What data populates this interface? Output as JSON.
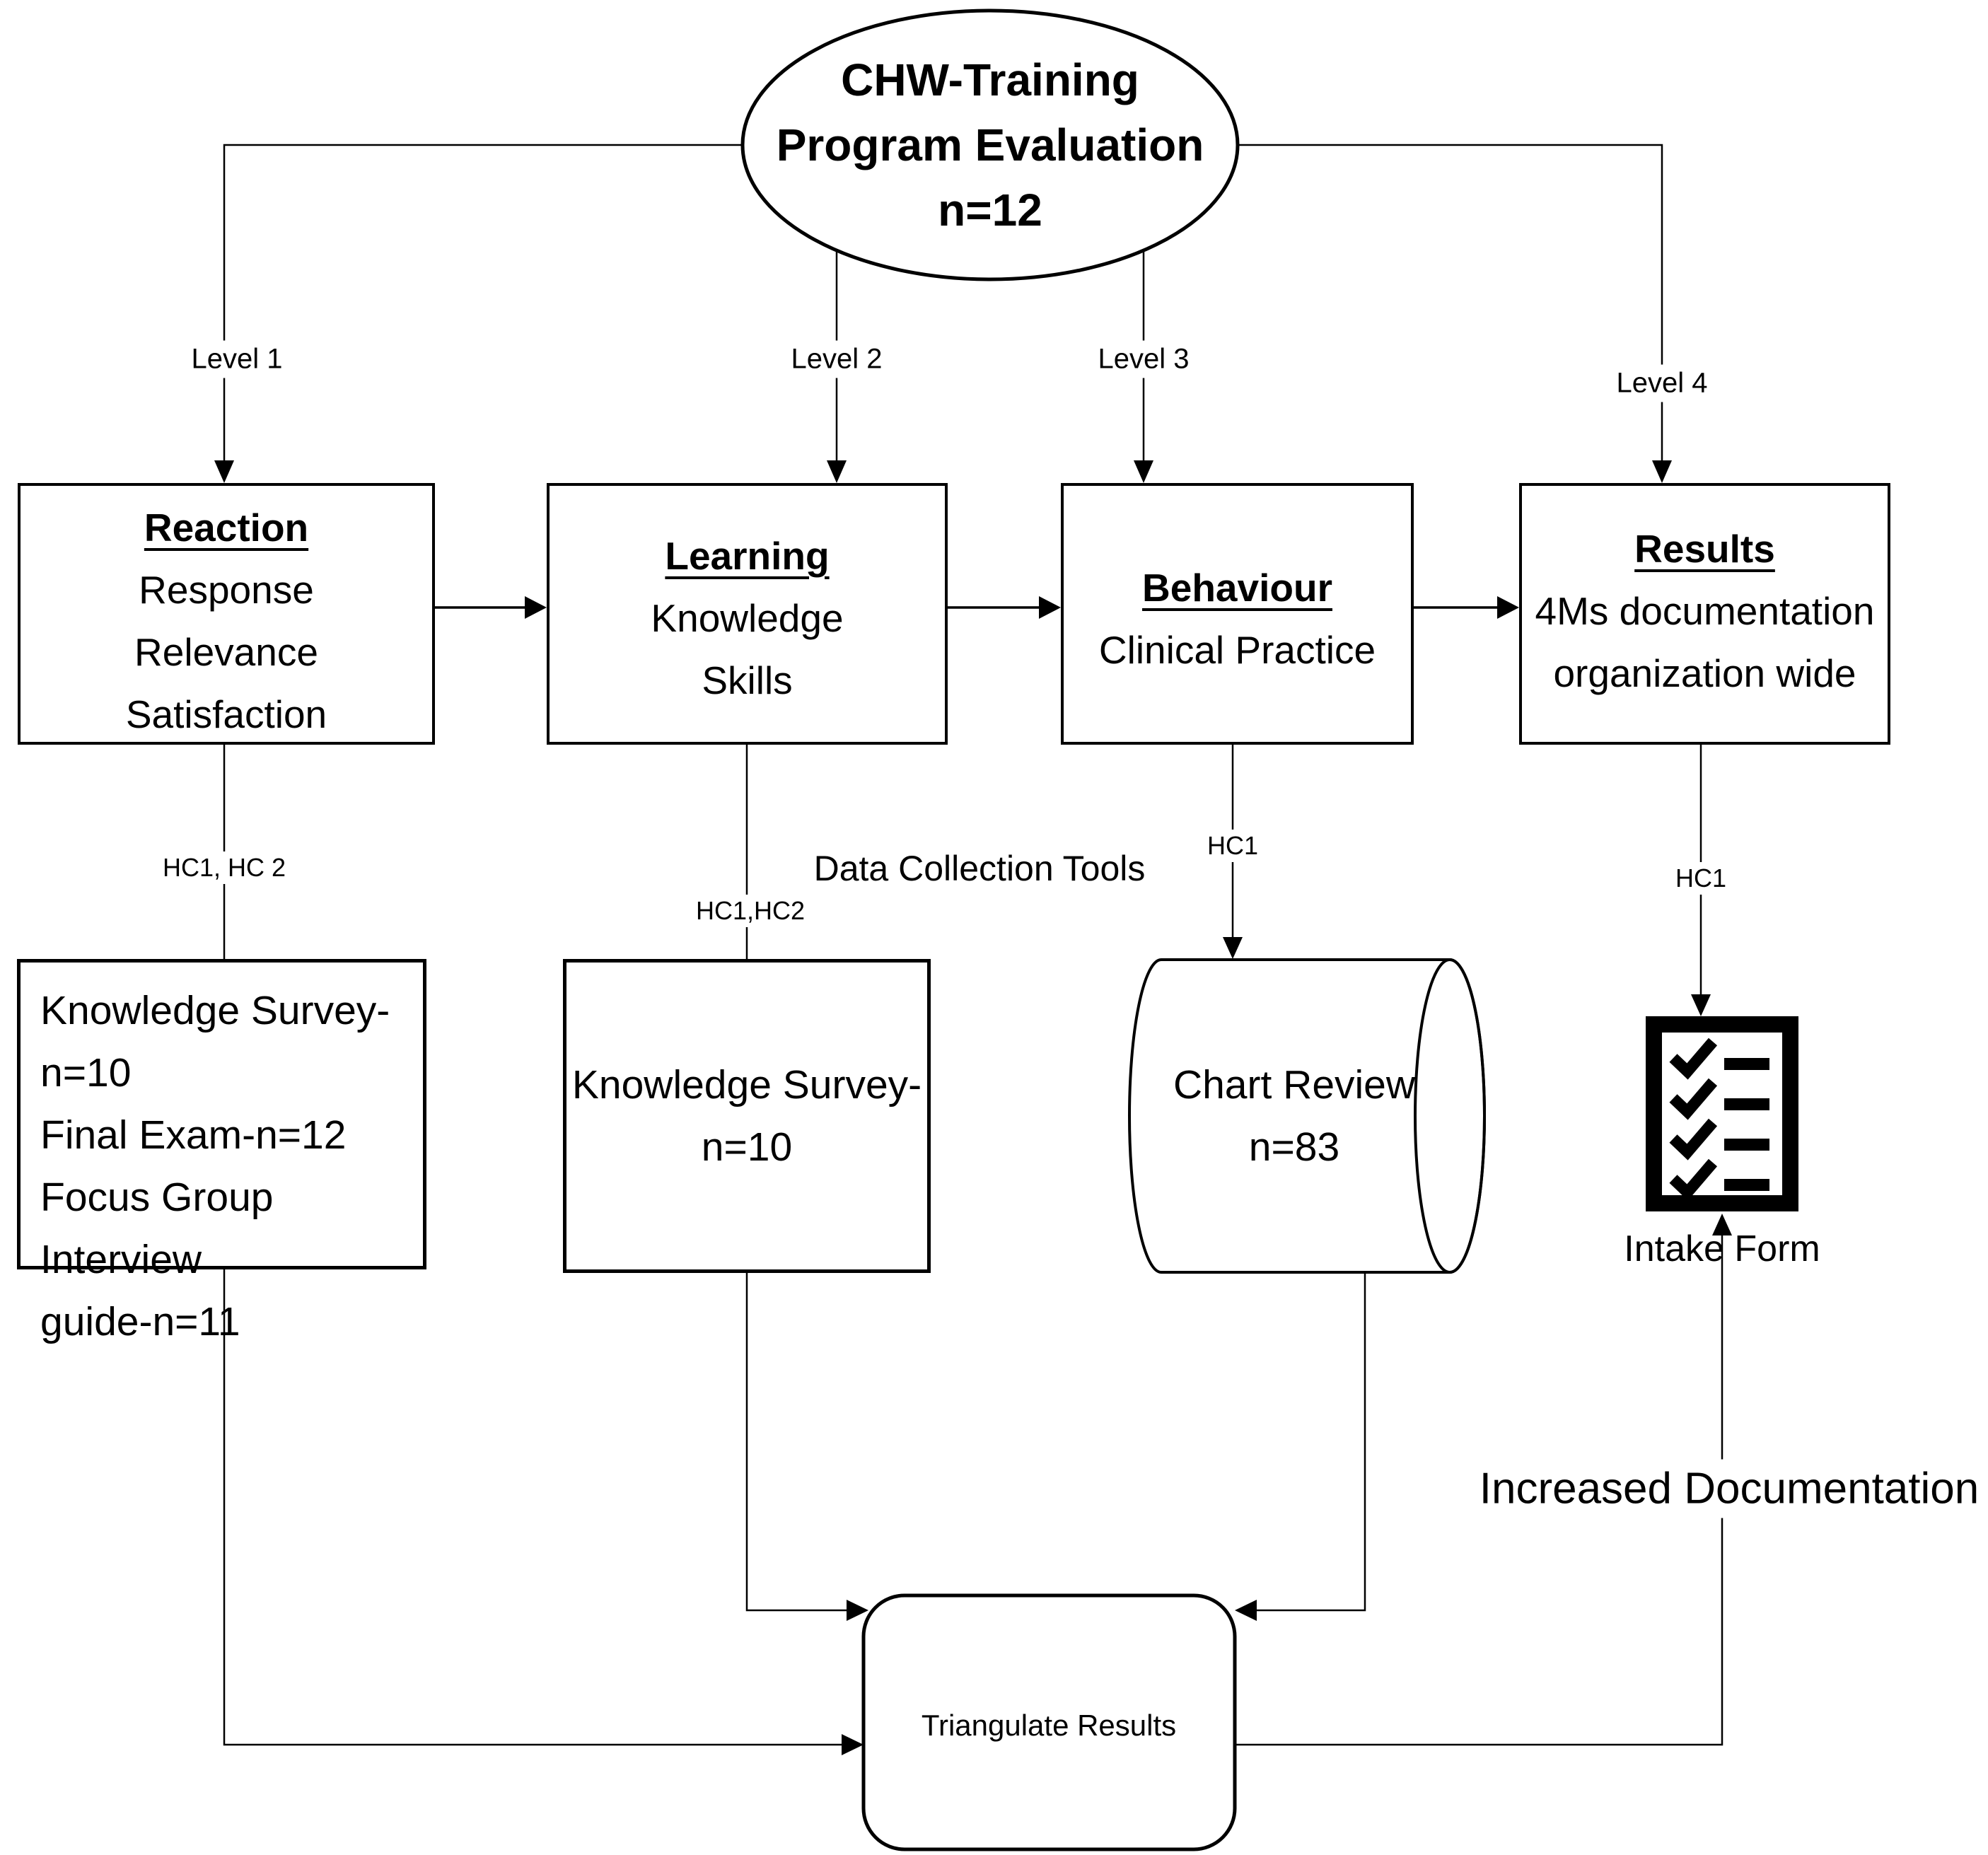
{
  "colors": {
    "ink": "#000000",
    "paper": "#ffffff"
  },
  "ellipse": {
    "lines": [
      "CHW-Training",
      "Program Evaluation",
      "n=12"
    ]
  },
  "levels": [
    {
      "label": "Level 1"
    },
    {
      "label": "Level 2"
    },
    {
      "label": "Level 3"
    },
    {
      "label": "Level 4"
    }
  ],
  "boxes": [
    {
      "title": "Reaction",
      "lines": [
        "Response",
        "Relevance",
        "Satisfaction"
      ]
    },
    {
      "title": "Learning",
      "lines": [
        "Knowledge",
        "Skills"
      ]
    },
    {
      "title": "Behaviour",
      "lines": [
        "Clinical Practice"
      ]
    },
    {
      "title": "Results",
      "lines": [
        "4Ms documentation",
        "organization wide"
      ]
    }
  ],
  "connectors": {
    "data_collection_tools": "Data Collection Tools",
    "reaction_hc": "HC1, HC 2",
    "learning_hc": "HC1,HC2",
    "behaviour_hc": "HC1",
    "results_hc": "HC1"
  },
  "tools": {
    "reaction": {
      "lines": [
        "Knowledge Survey-",
        "n=10",
        "Final Exam-n=12",
        "Focus Group Interview",
        "guide-n=11"
      ]
    },
    "learning": {
      "lines": [
        "Knowledge Survey-",
        "n=10"
      ]
    },
    "behaviour": {
      "lines": [
        "Chart Review",
        "n=83"
      ]
    },
    "results": {
      "label": "Intake Form",
      "icon": "checklist-icon"
    }
  },
  "bottom": {
    "triangulate": "Triangulate Results",
    "increased_documentation": "Increased Documentation"
  }
}
